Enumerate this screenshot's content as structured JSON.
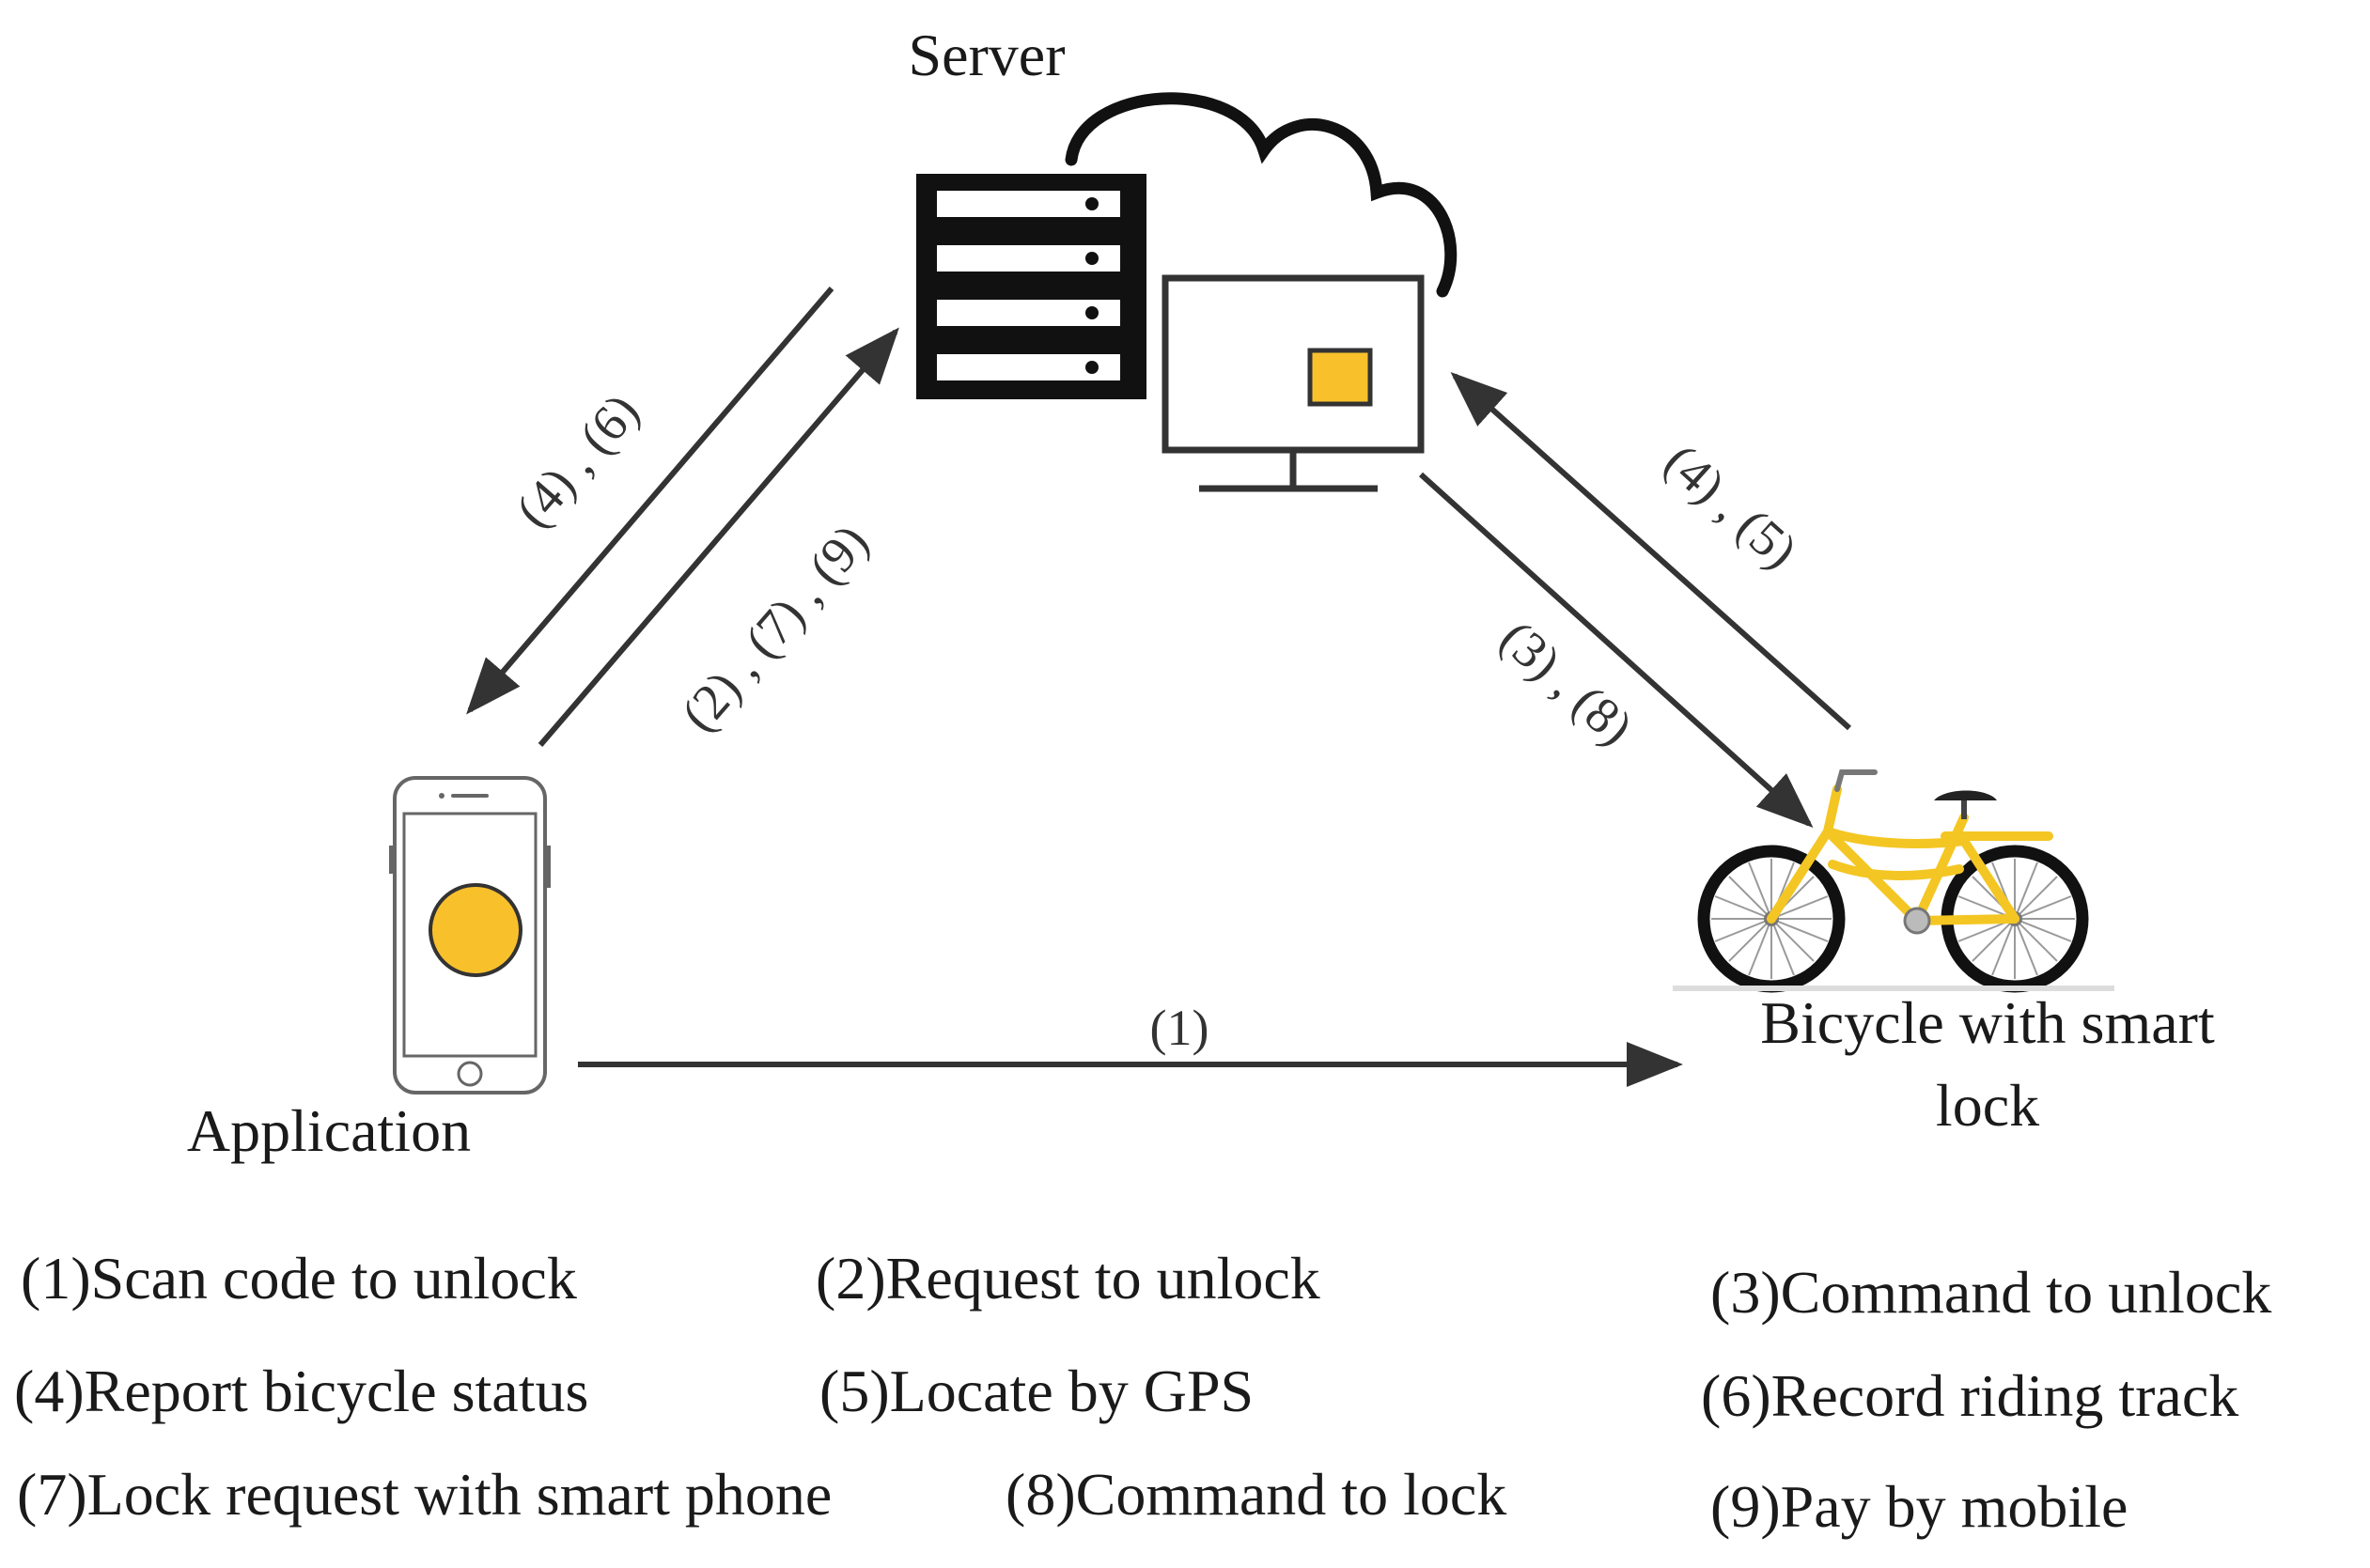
{
  "colors": {
    "accent": "#f8c12c",
    "ink": "#1a1a1a",
    "arrow": "#333333",
    "bike_frame": "#f4c623"
  },
  "nodes": {
    "server": {
      "label": "Server",
      "icons": [
        "server-rack-icon",
        "cloud-icon",
        "monitor-icon"
      ]
    },
    "application": {
      "label": "Application",
      "icon": "smartphone-icon"
    },
    "bicycle": {
      "label_line1": "Bicycle with smart",
      "label_line2": "lock",
      "icon": "bicycle-icon"
    }
  },
  "edges": {
    "server_to_app": "(4) ,  (6)",
    "app_to_server": "(2) ,  (7) ,  (9)",
    "server_to_bike": "(3) ,  (8)",
    "bike_to_server": "(4) ,  (5)",
    "app_to_bike": "(1)"
  },
  "legend": [
    "(1)Scan code to unlock",
    "(2)Request to unlock",
    "(3)Command to unlock",
    "(4)Report bicycle status",
    "(5)Locate by GPS",
    "(6)Record riding track",
    "(7)Lock request with smart phone",
    "(8)Command to lock",
    "(9)Pay by mobile"
  ]
}
